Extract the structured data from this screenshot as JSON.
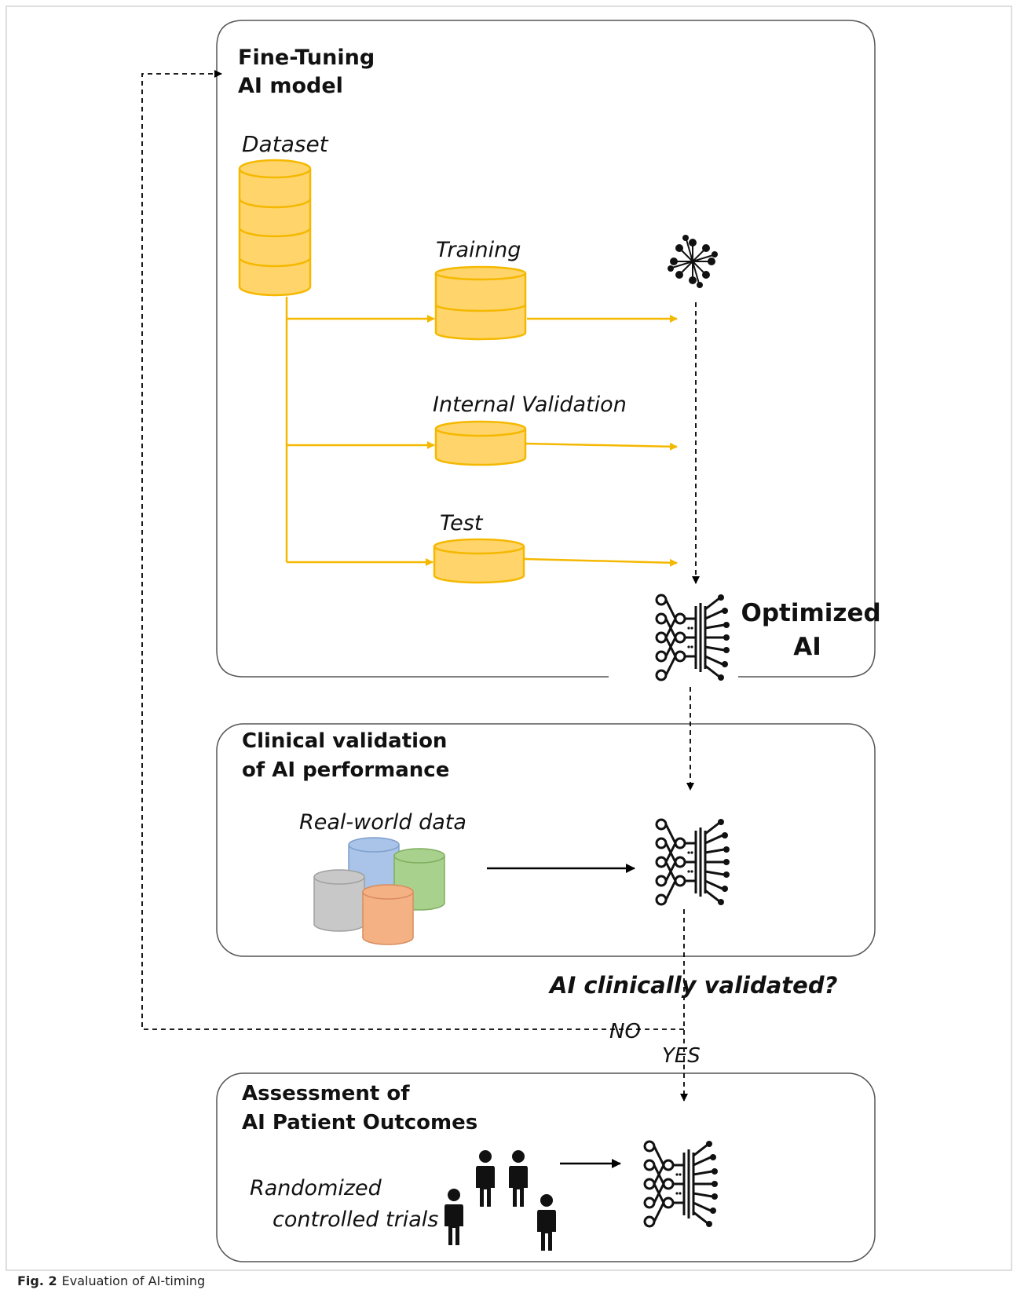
{
  "sections": {
    "fine_tuning": {
      "title_lines": [
        "Fine-Tuning",
        "AI model"
      ],
      "dataset": "Dataset",
      "training": "Training",
      "internal_validation": "Internal Validation",
      "test": "Test",
      "optimized_lines": [
        "Optimized",
        "AI"
      ]
    },
    "clinical": {
      "title_lines": [
        "Clinical validation",
        "of AI performance"
      ],
      "real_world": "Real-world data"
    },
    "question": "AI clinically validated?",
    "no": "NO",
    "yes": "YES",
    "assessment": {
      "title_lines": [
        "Assessment of",
        "AI Patient Outcomes"
      ],
      "rct_lines": [
        "Randomized",
        "controlled trials"
      ]
    }
  },
  "caption": {
    "label": "Fig. 2",
    "text": "Evaluation of AI-timing"
  },
  "colors": {
    "accent": "#f5b800",
    "db_fill": "#ffd56b",
    "blue": "#a9c4e8",
    "green": "#a9d18e",
    "gray": "#c8c8c8",
    "orange": "#f4b183"
  }
}
